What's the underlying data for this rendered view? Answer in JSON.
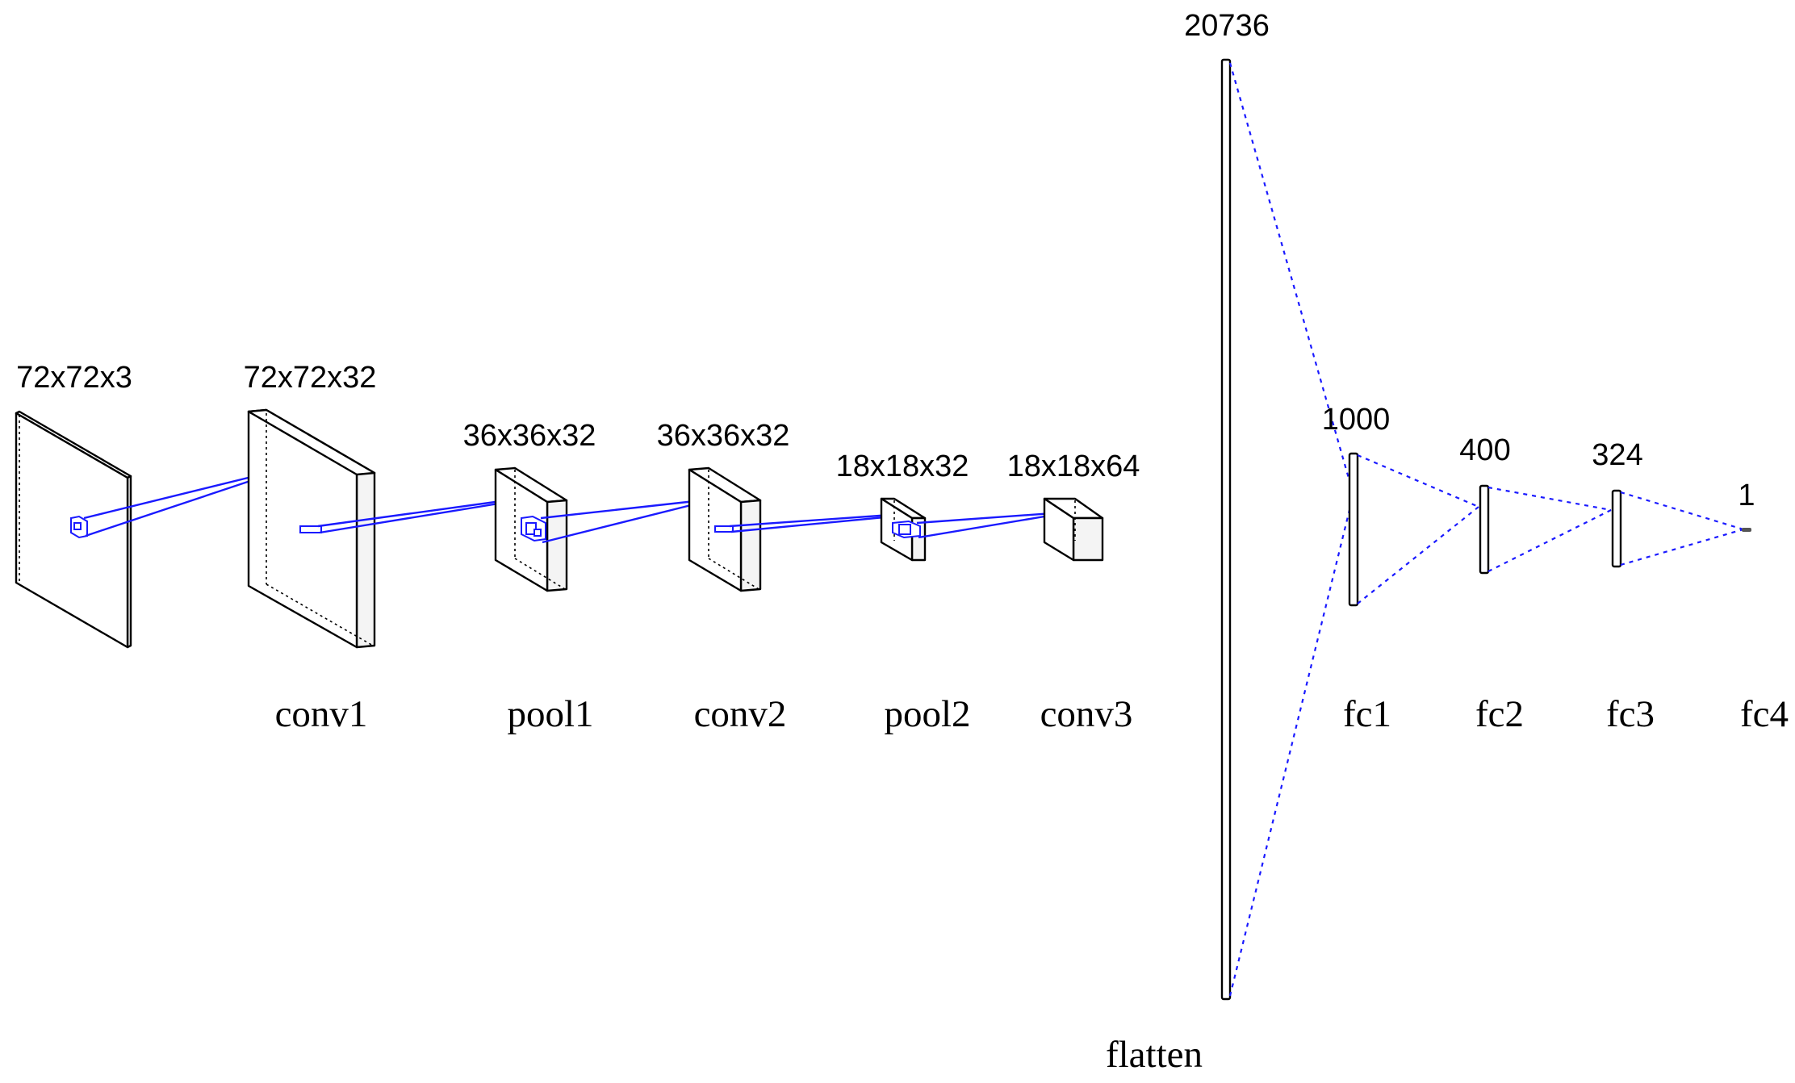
{
  "diagram": {
    "layers": [
      {
        "size": "72x72x3",
        "name": ""
      },
      {
        "size": "72x72x32",
        "name": "conv1"
      },
      {
        "size": "36x36x32",
        "name": "pool1"
      },
      {
        "size": "36x36x32",
        "name": "conv2"
      },
      {
        "size": "18x18x32",
        "name": "pool2"
      },
      {
        "size": "18x18x64",
        "name": "conv3"
      },
      {
        "size": "20736",
        "name": "flatten"
      },
      {
        "size": "1000",
        "name": "fc1"
      },
      {
        "size": "400",
        "name": "fc2"
      },
      {
        "size": "324",
        "name": "fc3"
      },
      {
        "size": "1",
        "name": "fc4"
      }
    ],
    "colors": {
      "connection": "#1a1aff",
      "outline": "#000000",
      "background": "#ffffff"
    }
  }
}
